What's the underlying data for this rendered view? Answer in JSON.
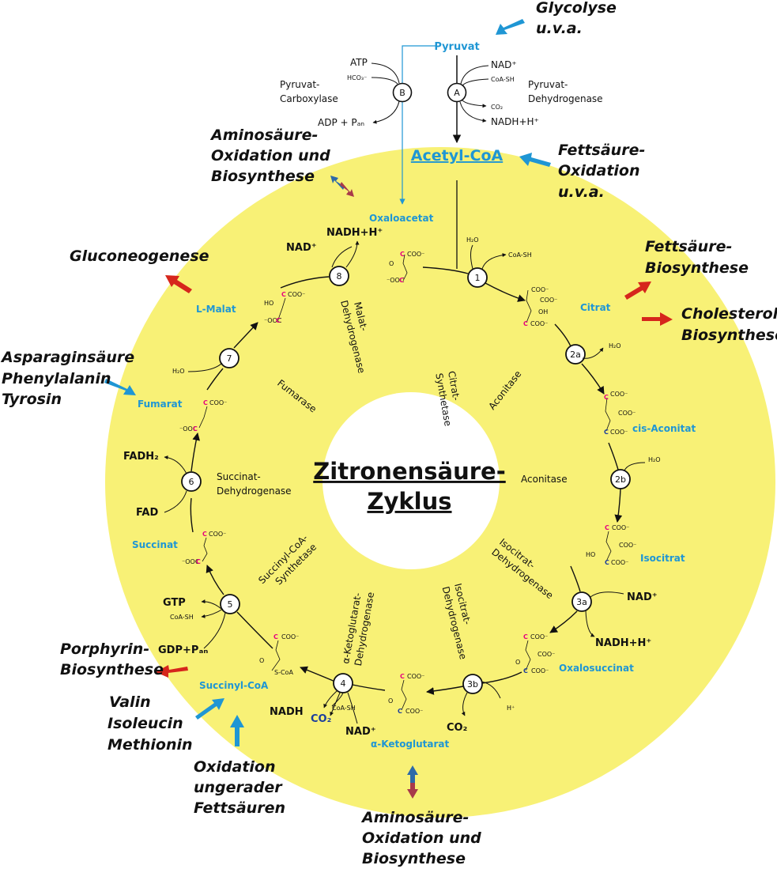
{
  "colors": {
    "ring": "#f8f176",
    "hole": "#ffffff",
    "metabolite": "#1f96d4",
    "export_arrow": "#d6261c",
    "import_arrow": "#1f96d4",
    "mixed_arrow_top": "#2e6aa8",
    "mixed_arrow_bottom": "#a83a4a",
    "magenta_c": "#e5007e",
    "blue_c": "#1c3e9c",
    "text": "#111111"
  },
  "title": {
    "line1": "Zitronensäure-",
    "line2": "Zyklus"
  },
  "top": {
    "pyruvat": "Pyruvat",
    "acetyl_coa": "Acetyl-CoA",
    "step_a": "A",
    "step_b": "B",
    "atp": "ATP",
    "hco3": "HCO₃⁻",
    "adp": "ADP + Pₐₙ",
    "carboxylase": [
      "Pyruvat-",
      "Carboxylase"
    ],
    "nad": "NAD⁺",
    "coash": "CoA-SH",
    "co2": "CO₂",
    "nadh": "NADH+H⁺",
    "dehydrogenase": [
      "Pyruvat-",
      "Dehydrogenase"
    ]
  },
  "metabolites": {
    "oxaloacetat": "Oxaloacetat",
    "citrat": "Citrat",
    "cis_aconitat": "cis-Aconitat",
    "isocitrat": "Isocitrat",
    "oxalosuccinat": "Oxalosuccinat",
    "ketoglutarat": "α-Ketoglutarat",
    "succinyl_coa": "Succinyl-CoA",
    "succinat": "Succinat",
    "fumarat": "Fumarat",
    "l_malat": "L-Malat"
  },
  "steps": [
    "1",
    "2a",
    "2b",
    "3a",
    "3b",
    "4",
    "5",
    "6",
    "7",
    "8"
  ],
  "enzymes": {
    "citrat_synthetase": [
      "Citrat-",
      "Synthetase"
    ],
    "aconitase_1": "Aconitase",
    "aconitase_2": "Aconitase",
    "isocitrat_dh_1": [
      "Isocitrat-",
      "Dehydrogenase"
    ],
    "isocitrat_dh_2": [
      "Isocitrat-",
      "Dehydrogenase"
    ],
    "ketoglutarat_dh": [
      "α-Ketoglutarat-",
      "Dehydrogenase"
    ],
    "succinyl_coa_synthetase": [
      "Succinyl-CoA-",
      "Synthetase"
    ],
    "succinat_dh": [
      "Succinat-",
      "Dehydrogenase"
    ],
    "fumarase": "Fumarase",
    "malat_dh": [
      "Malat-",
      "Dehydrogenase"
    ]
  },
  "cofactors": {
    "h2o_1": "H₂O",
    "coash_1": "CoA-SH",
    "h2o_2a": "H₂O",
    "h2o_2b": "H₂O",
    "nad_3a": "NAD⁺",
    "nadh_3a": "NADH+H⁺",
    "h_3b": "H⁺",
    "co2_3b": "CO₂",
    "nadh_4": "NADH",
    "co2_4": "CO₂",
    "coash_4": "CoA-SH",
    "nad_4": "NAD⁺",
    "gtp": "GTP",
    "coash_5": "CoA-SH",
    "gdp": "GDP+Pₐₙ",
    "fadh2": "FADH₂",
    "fad": "FAD",
    "h2o_7": "H₂O",
    "nad_8": "NAD⁺",
    "nadh_8": "NADH+H⁺"
  },
  "chem": {
    "coo": "COO⁻",
    "ooc": "⁻OOC",
    "oh": "OH",
    "ho": "HO",
    "o": "O",
    "s_coa": "S-CoA"
  },
  "pathways": {
    "glycolyse": [
      "Glycolyse",
      "u.v.a."
    ],
    "fa_oxidation": [
      "Fettsäure-",
      "Oxidation",
      "u.v.a."
    ],
    "aa_top": [
      "Aminosäure-",
      "Oxidation und",
      "Biosynthese"
    ],
    "gluconeogenese": "Gluconeogenese",
    "fa_biosynthese": [
      "Fettsäure-",
      "Biosynthese"
    ],
    "cholesterol": [
      "Cholesterol-",
      "Biosynthese"
    ],
    "asp_phe_tyr": [
      "Asparaginsäure",
      "Phenylalanin",
      "Tyrosin"
    ],
    "porphyrin": [
      "Porphyrin-",
      "Biosynthese"
    ],
    "val_ile_met": [
      "Valin",
      "Isoleucin",
      "Methionin"
    ],
    "odd_fa": [
      "Oxidation",
      "ungerader",
      "Fettsäuren"
    ],
    "aa_bottom": [
      "Aminosäure-",
      "Oxidation und",
      "Biosynthese"
    ]
  }
}
